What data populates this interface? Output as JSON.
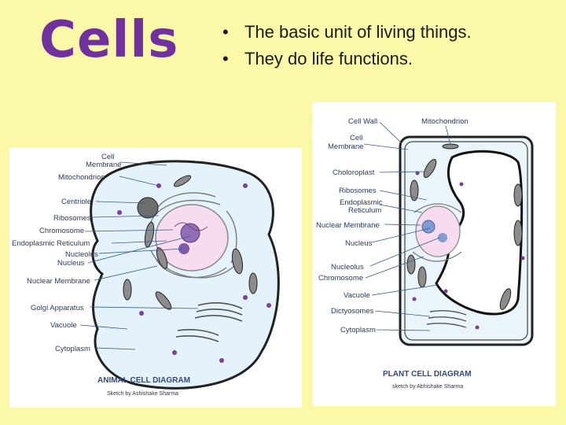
{
  "slide": {
    "title": "Cells",
    "title_color": "#7030a0",
    "background": "#fbf8a8",
    "bullets": [
      "The basic unit of living things.",
      "They do life functions."
    ]
  },
  "animal_diagram": {
    "caption": "ANIMAL CELL DIAGRAM",
    "credit": "Sketch by Ashishake Sharma",
    "labels": {
      "cell_membrane_1": "Cell",
      "cell_membrane_2": "Membrane",
      "mitochondrion": "Mitochondrion",
      "centriole": "Centriole",
      "ribosomes": "Ribosomes",
      "chromosome": "Chromosome",
      "er": "Endoplasmic Reticulum",
      "nucleolus": "Nucleolus",
      "nucleus": "Nucleus",
      "nuclear_membrane": "Nuclear Membrane",
      "golgi": "Golgi Apparatus",
      "vacuole": "Vacuole",
      "cytoplasm": "Cytoplasm"
    }
  },
  "plant_diagram": {
    "caption": "PLANT CELL DIAGRAM",
    "credit": "sketch by Abhishake Sharma",
    "labels": {
      "cell_wall": "Cell Wall",
      "mitochondrion": "Mitochondrion",
      "cell_membrane_1": "Cell",
      "cell_membrane_2": "Membrane",
      "chloroplast": "Choloroplast",
      "ribosomes": "Ribosomes",
      "er_1": "Endoplasmic",
      "er_2": "Reticulum",
      "nuclear_membrane": "Nuclear Membrane",
      "nucleus": "Nucleus",
      "nucleolus": "Nucleolus",
      "chromosome": "Chromosome",
      "vacuole": "Vacuole",
      "dictyosomes": "Dictyosomes",
      "cytoplasm": "Cytoplasm"
    }
  }
}
